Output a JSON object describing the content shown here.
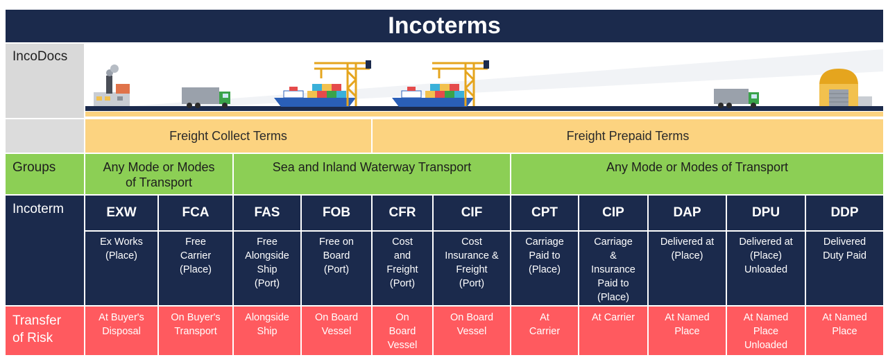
{
  "title": "Incoterms",
  "rows": {
    "incodocs_label": "IncoDocs",
    "groups_label": "Groups",
    "incoterm_label": "Incoterm",
    "risk_label_line1": "Transfer",
    "risk_label_line2": "of Risk"
  },
  "freight_terms": {
    "collect": "Freight Collect Terms",
    "prepaid": "Freight Prepaid Terms"
  },
  "groups": {
    "any_mode_short_line1": "Any Mode or Modes",
    "any_mode_short_line2": "of Transport",
    "sea": "Sea and Inland  Waterway Transport",
    "any_mode_long": "Any Mode or Modes of Transport"
  },
  "terms": [
    {
      "code": "EXW",
      "desc": [
        "Ex Works",
        "(Place)"
      ],
      "risk": [
        "At Buyer's",
        "Disposal"
      ]
    },
    {
      "code": "FCA",
      "desc": [
        "Free",
        "Carrier",
        "(Place)"
      ],
      "risk": [
        "On Buyer's",
        "Transport"
      ]
    },
    {
      "code": "FAS",
      "desc": [
        "Free",
        "Alongside",
        "Ship",
        "(Port)"
      ],
      "risk": [
        "Alongside",
        "Ship"
      ]
    },
    {
      "code": "FOB",
      "desc": [
        "Free on",
        "Board",
        "(Port)"
      ],
      "risk": [
        "On Board",
        "Vessel"
      ]
    },
    {
      "code": "CFR",
      "desc": [
        "Cost",
        "and",
        "Freight",
        "(Port)"
      ],
      "risk": [
        "On",
        "Board",
        "Vessel"
      ]
    },
    {
      "code": "CIF",
      "desc": [
        "Cost",
        "Insurance &",
        "Freight",
        "(Port)"
      ],
      "risk": [
        "On Board",
        "Vessel"
      ]
    },
    {
      "code": "CPT",
      "desc": [
        "Carriage",
        "Paid to",
        "(Place)"
      ],
      "risk": [
        "At",
        "Carrier"
      ]
    },
    {
      "code": "CIP",
      "desc": [
        "Carriage",
        "&",
        "Insurance",
        "Paid to",
        "(Place)"
      ],
      "risk": [
        "At Carrier"
      ]
    },
    {
      "code": "DAP",
      "desc": [
        "Delivered  at",
        "(Place)"
      ],
      "risk": [
        "At Named",
        "Place"
      ]
    },
    {
      "code": "DPU",
      "desc": [
        "Delivered  at",
        "(Place)",
        "Unloaded"
      ],
      "risk": [
        "At Named",
        "Place",
        "Unloaded"
      ]
    },
    {
      "code": "DDP",
      "desc": [
        "Delivered",
        "Duty Paid"
      ],
      "risk": [
        "At Named",
        "Place"
      ]
    }
  ],
  "colors": {
    "navy": "#1b2a4c",
    "freight_yellow": "#fcd380",
    "group_green": "#8ccf55",
    "risk_red": "#ff5a5f",
    "label_gray": "#d9d9d9"
  },
  "illustration_icons": [
    "factory-icon",
    "truck-icon",
    "ship-icon",
    "crane-icon",
    "ship-icon",
    "crane-icon",
    "truck-icon",
    "warehouse-icon"
  ]
}
